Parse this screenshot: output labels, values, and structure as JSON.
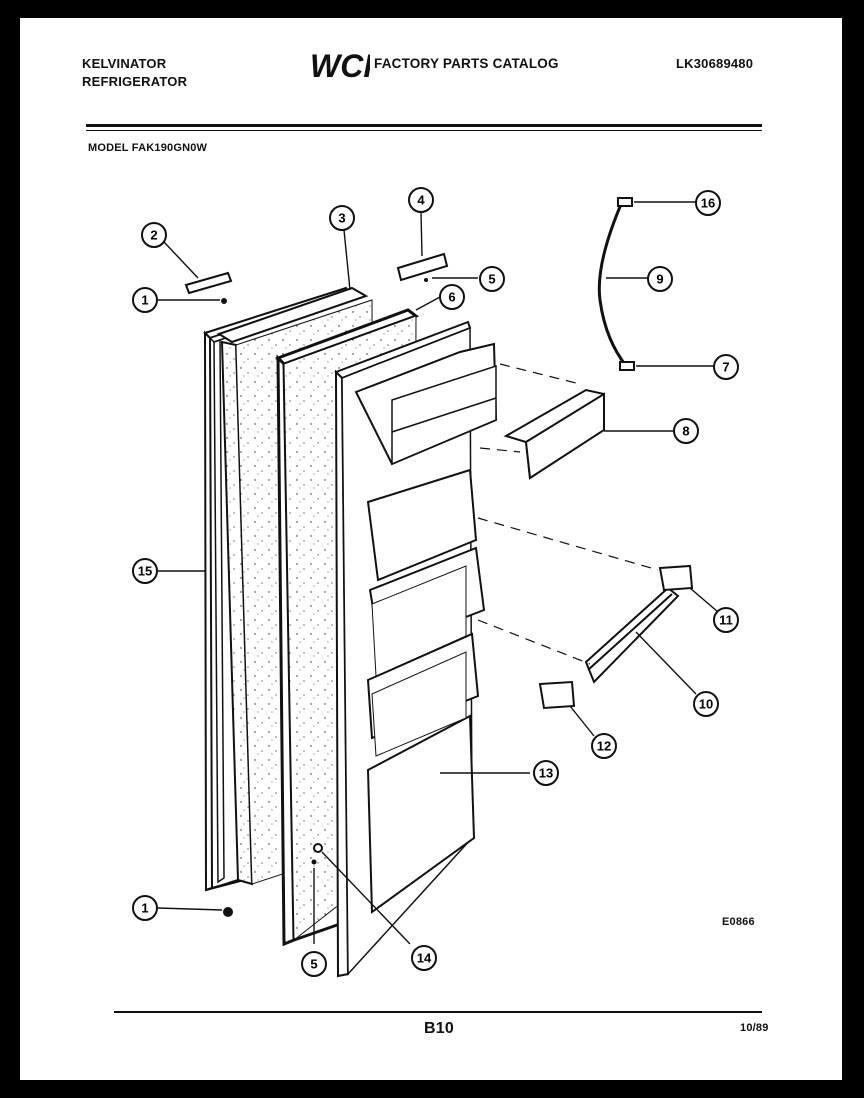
{
  "header": {
    "brand_line1": "KELVINATOR",
    "brand_line2": "REFRIGERATOR",
    "logo_text": "WCI",
    "catalog_title": "FACTORY PARTS CATALOG",
    "catalog_number": "LK30689480",
    "model": "MODEL FAK190GN0W"
  },
  "footer": {
    "figure_code": "E0866",
    "page": "B10",
    "date": "10/89"
  },
  "callouts": [
    "1",
    "2",
    "3",
    "4",
    "5",
    "6",
    "16",
    "9",
    "7",
    "8",
    "11",
    "10",
    "12",
    "13",
    "15",
    "1",
    "5",
    "14"
  ]
}
